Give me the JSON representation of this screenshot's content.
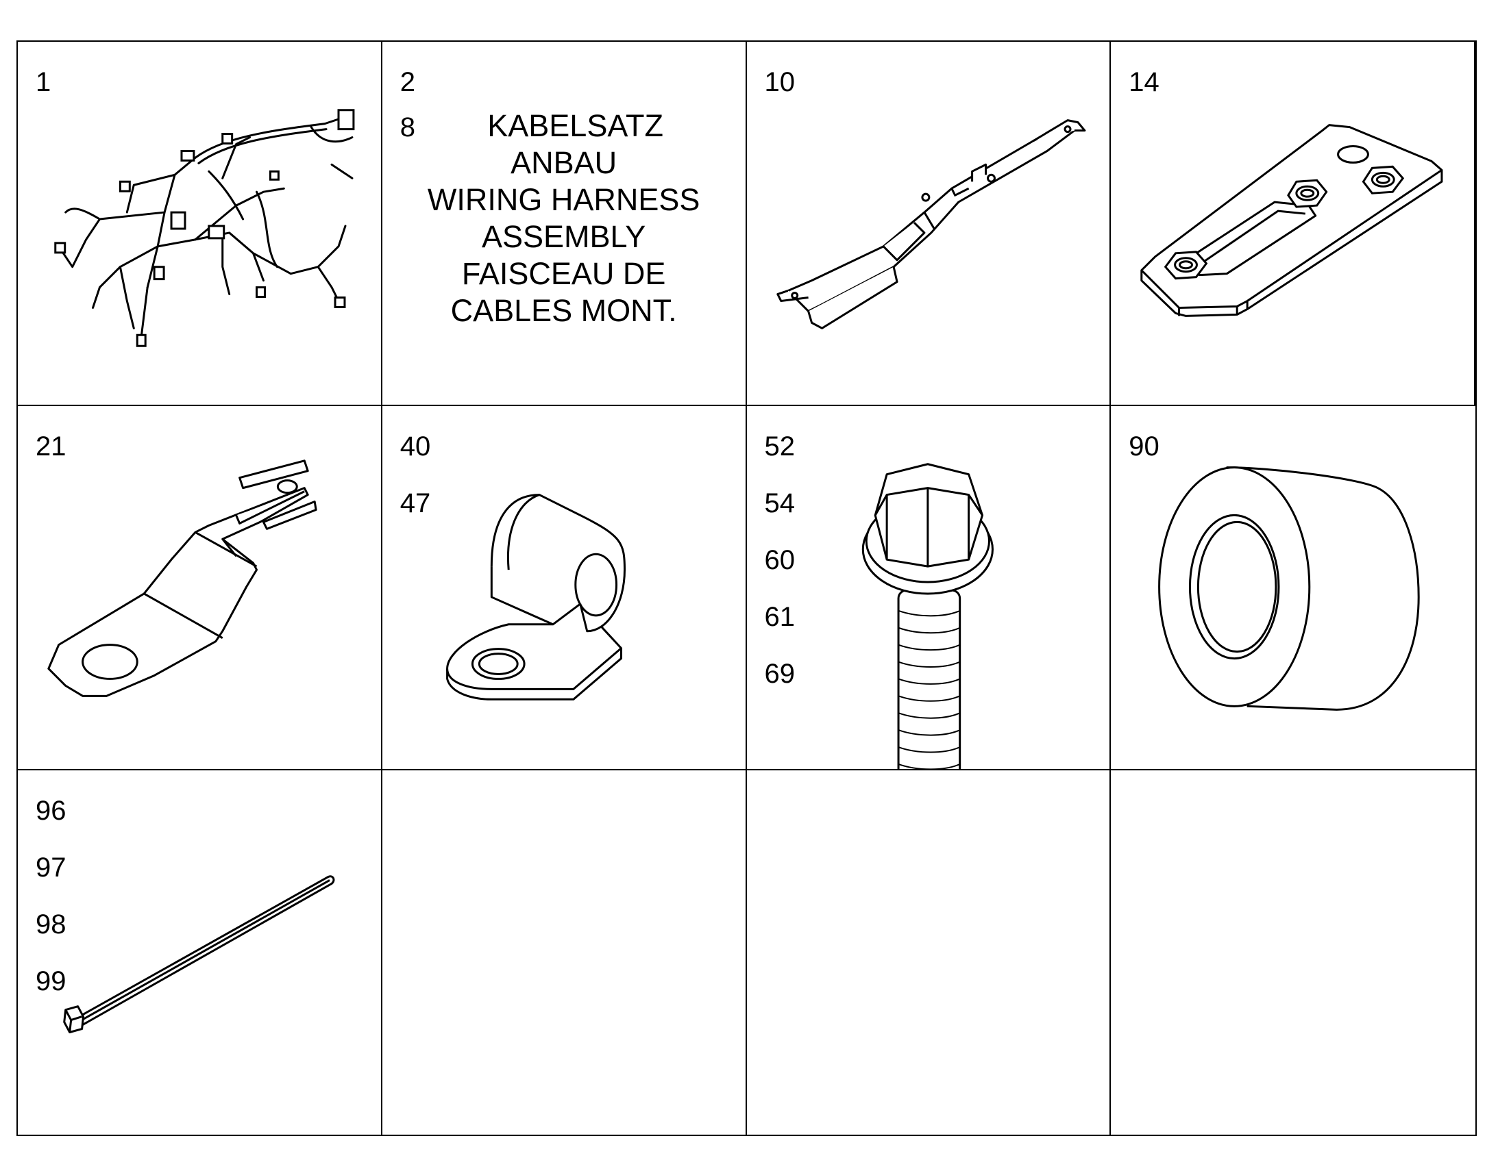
{
  "cells": [
    {
      "numbers": [
        "1"
      ],
      "icon": "wiring-harness-icon"
    },
    {
      "numbers": [
        "2"
      ],
      "sub_number": "8",
      "description": [
        "KABELSATZ",
        "ANBAU",
        "WIRING HARNESS",
        "ASSEMBLY",
        "FAISCEAU DE",
        "CABLES MONT."
      ]
    },
    {
      "numbers": [
        "10"
      ],
      "icon": "bracket-bar-icon"
    },
    {
      "numbers": [
        "14"
      ],
      "icon": "mounting-plate-with-nuts-icon"
    },
    {
      "numbers": [
        "21"
      ],
      "icon": "ground-strap-icon"
    },
    {
      "numbers": [
        "40",
        "47"
      ],
      "icon": "p-clamp-icon"
    },
    {
      "numbers": [
        "52",
        "54",
        "60",
        "61",
        "69"
      ],
      "icon": "flange-bolt-icon"
    },
    {
      "numbers": [
        "90"
      ],
      "icon": "spacer-bushing-icon"
    },
    {
      "numbers": [
        "96",
        "97",
        "98",
        "99"
      ],
      "icon": "cable-tie-icon"
    },
    {
      "numbers": []
    },
    {
      "numbers": []
    },
    {
      "numbers": []
    }
  ]
}
